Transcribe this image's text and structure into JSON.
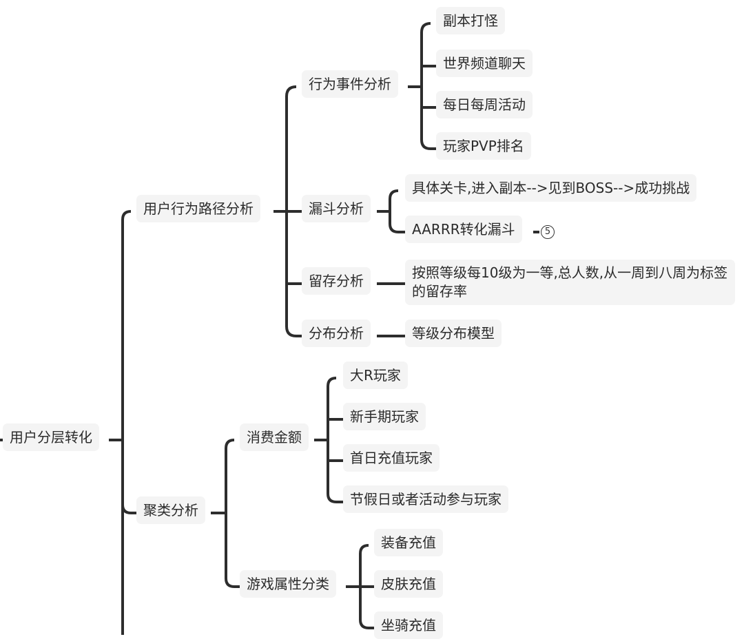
{
  "mindmap": {
    "root": "用户分层转化",
    "branches": {
      "path_analysis": "用户行为路径分析",
      "cluster_analysis": "聚类分析"
    },
    "path": {
      "behavior_event": "行为事件分析",
      "funnel": "漏斗分析",
      "retention": "留存分析",
      "distribution": "分布分析",
      "behavior_items": [
        "副本打怪",
        "世界频道聊天",
        "每日每周活动",
        "玩家PVP排名"
      ],
      "funnel_items": [
        "具体关卡,进入副本-->见到BOSS-->成功挑战",
        "AARRR转化漏斗"
      ],
      "funnel_badge": "5",
      "retention_item": "按照等级每10级为一等,总人数,从一周到八周为标签的留存率",
      "distribution_item": "等级分布模型"
    },
    "cluster": {
      "spend": "消费金额",
      "game_attr": "游戏属性分类",
      "spend_items": [
        "大R玩家",
        "新手期玩家",
        "首日充值玩家",
        "节假日或者活动参与玩家"
      ],
      "attr_items": [
        "装备充值",
        "皮肤充值",
        "坐骑充值"
      ]
    }
  },
  "colors": {
    "line": "#2d2d2d",
    "node_bg": "#f4f4f4",
    "text": "#2b2b2b"
  }
}
